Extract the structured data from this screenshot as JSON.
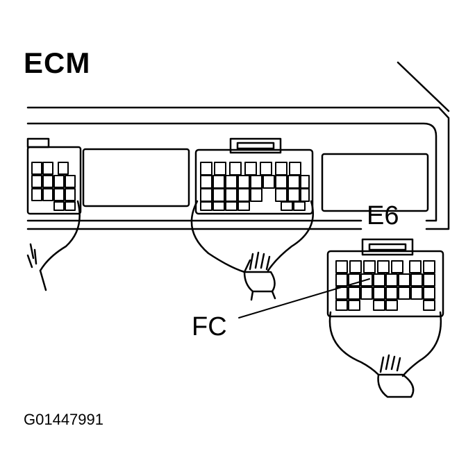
{
  "title": "ECM",
  "labels": {
    "connector": "E6",
    "terminal": "FC"
  },
  "figure_id": "G01447991",
  "colors": {
    "line": "#000000",
    "background": "#ffffff"
  }
}
